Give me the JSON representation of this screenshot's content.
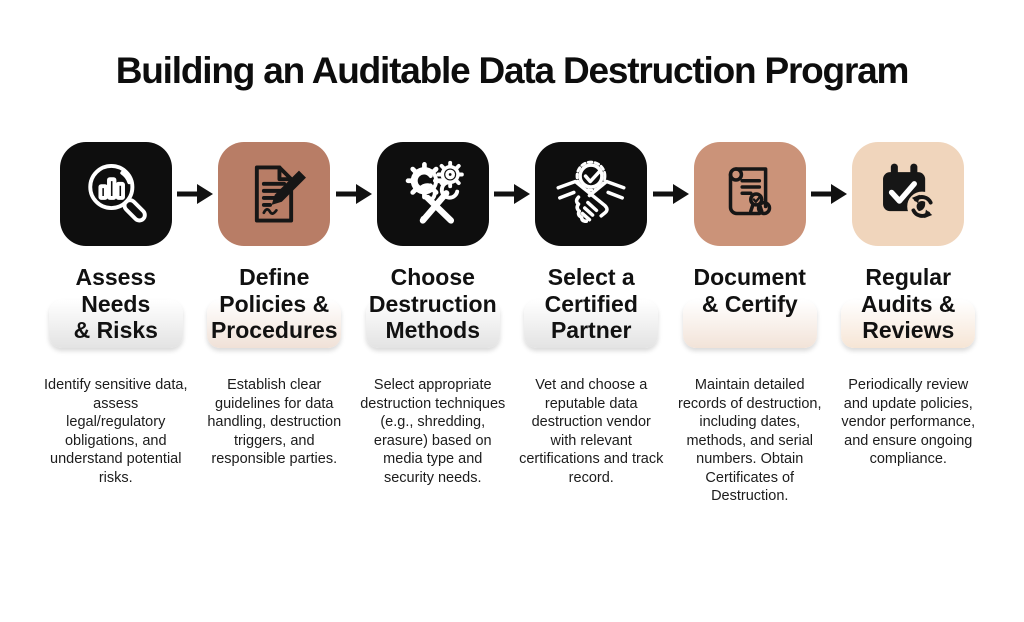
{
  "page_title": "Building an Auditable Data Destruction Program",
  "arrow_color": "#111111",
  "steps": [
    {
      "icon": "magnifier-chart-icon",
      "icon_bg": "#0e0e0e",
      "icon_fg": "#ffffff",
      "pill_color": "#e3e3e3",
      "title_lines": [
        "Assess",
        "Needs",
        "& Risks"
      ],
      "description": "Identify sensitive data, assess legal/regulatory obligations, and understand potential risks."
    },
    {
      "icon": "document-pen-icon",
      "icon_bg": "#b87d66",
      "icon_fg": "#161616",
      "pill_color": "#f0e1d7",
      "title_lines": [
        "Define",
        "Policies &",
        "Procedures"
      ],
      "description": "Establish clear guidelines for data handling, destruction triggers, and responsible parties."
    },
    {
      "icon": "gears-tools-icon",
      "icon_bg": "#0e0e0e",
      "icon_fg": "#ffffff",
      "pill_color": "#e3e3e3",
      "title_lines": [
        "Choose",
        "Destruction",
        "Methods"
      ],
      "description": "Select appropriate destruction techniques (e.g., shredding, erasure) based on media type and security needs."
    },
    {
      "icon": "handshake-badge-icon",
      "icon_bg": "#0e0e0e",
      "icon_fg": "#ffffff",
      "pill_color": "#e3e3e3",
      "title_lines": [
        "Select a",
        "Certified",
        "Partner"
      ],
      "description": "Vet and choose a reputable data destruction vendor with relevant certifications and track record."
    },
    {
      "icon": "scroll-certificate-icon",
      "icon_bg": "#cb9379",
      "icon_fg": "#161616",
      "pill_color": "#f2e3d8",
      "title_lines": [
        "Document",
        "& Certify"
      ],
      "description": "Maintain detailed records of destruction, including dates, methods, and serial numbers. Obtain Certificates of Destruction."
    },
    {
      "icon": "calendar-refresh-icon",
      "icon_bg": "#f0d5bc",
      "icon_fg": "#161616",
      "pill_color": "#f6e5d5",
      "title_lines": [
        "Regular",
        "Audits &",
        "Reviews"
      ],
      "description": "Periodically review and update policies, vendor performance, and ensure ongoing compliance."
    }
  ]
}
